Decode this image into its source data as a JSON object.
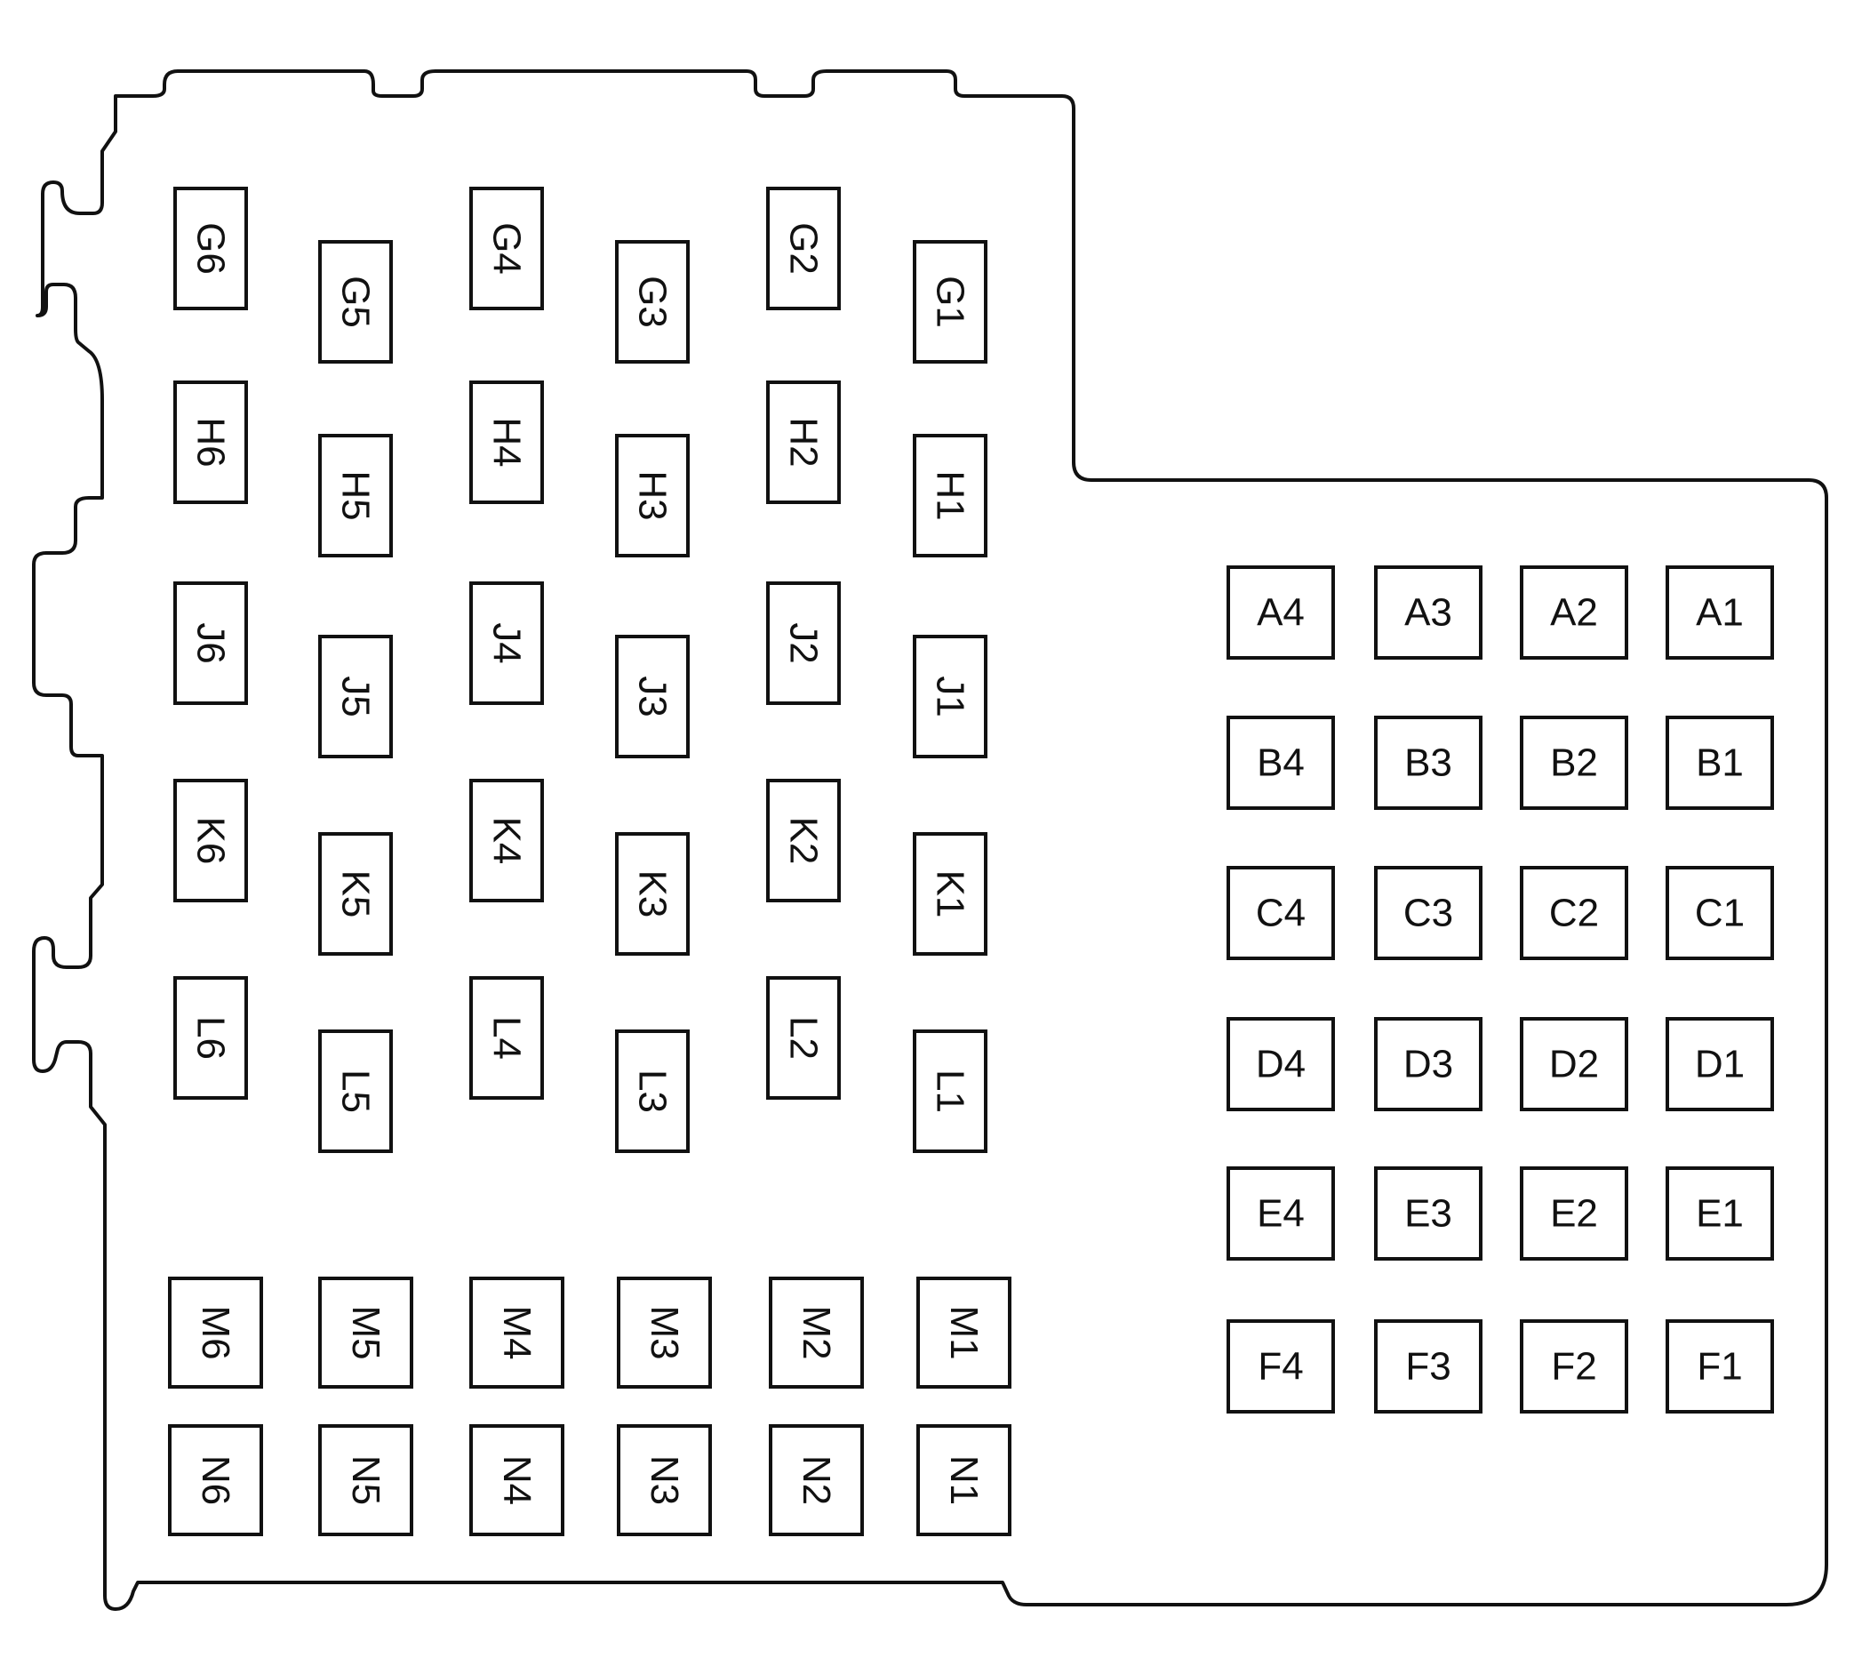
{
  "panel": {
    "stroke_color": "#111111",
    "background_color": "#ffffff"
  },
  "left_block": {
    "rows": [
      [
        "G6",
        "G5",
        "G4",
        "G3",
        "G2",
        "G1"
      ],
      [
        "H6",
        "H5",
        "H4",
        "H3",
        "H2",
        "H1"
      ],
      [
        "J6",
        "J5",
        "J4",
        "J3",
        "J2",
        "J1"
      ],
      [
        "K6",
        "K5",
        "K4",
        "K3",
        "K2",
        "K1"
      ],
      [
        "L6",
        "L5",
        "L4",
        "L3",
        "L2",
        "L1"
      ]
    ]
  },
  "lower_block": {
    "rows": [
      [
        "M6",
        "M5",
        "M4",
        "M3",
        "M2",
        "M1"
      ],
      [
        "N6",
        "N5",
        "N4",
        "N3",
        "N2",
        "N1"
      ]
    ]
  },
  "right_block": {
    "rows": [
      [
        "A4",
        "A3",
        "A2",
        "A1"
      ],
      [
        "B4",
        "B3",
        "B2",
        "B1"
      ],
      [
        "C4",
        "C3",
        "C2",
        "C1"
      ],
      [
        "D4",
        "D3",
        "D2",
        "D1"
      ],
      [
        "E4",
        "E3",
        "E2",
        "E1"
      ],
      [
        "F4",
        "F3",
        "F2",
        "F1"
      ]
    ]
  }
}
